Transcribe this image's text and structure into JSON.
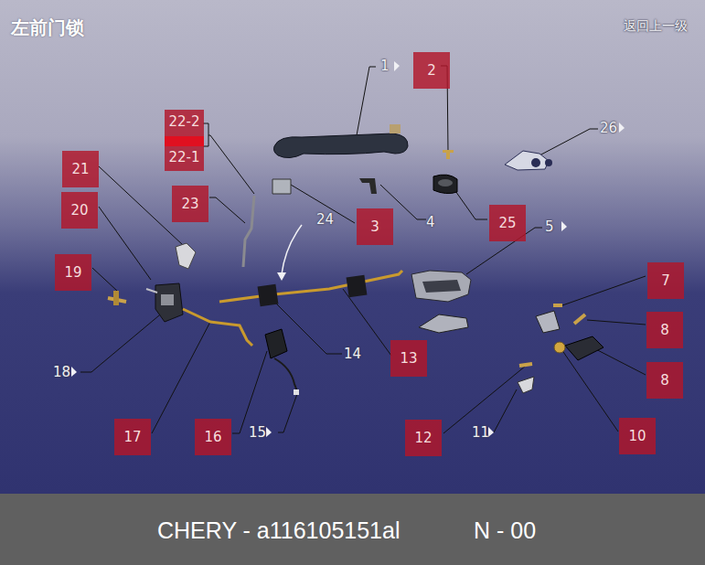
{
  "diagram": {
    "title": "左前门锁",
    "caption": "CHERY - a116105151al",
    "nodes": [
      {
        "text": [
          "2"
        ]
      },
      {
        "text": [
          "22-2"
        ]
      },
      {
        "text": [
          "22-1"
        ]
      },
      {
        "text": [
          "21"
        ]
      },
      {
        "text": [
          "20"
        ]
      },
      {
        "text": [
          "23"
        ]
      },
      {
        "text": [
          "3"
        ]
      },
      {
        "text": [
          "25"
        ]
      },
      {
        "text": [
          "19"
        ]
      },
      {
        "text": [
          "7"
        ]
      },
      {
        "text": [
          "8"
        ]
      },
      {
        "text": [
          "13"
        ]
      },
      {
        "text": [
          "8"
        ]
      },
      {
        "text": [
          "17"
        ]
      },
      {
        "text": [
          "16"
        ]
      },
      {
        "text": [
          "12"
        ]
      },
      {
        "text": [
          "10"
        ]
      }
    ],
    "labels": [
      "返回上一级",
      "1",
      "26",
      "24",
      "4",
      "5",
      "14",
      "18",
      "15",
      "11",
      "N - 00"
    ]
  }
}
